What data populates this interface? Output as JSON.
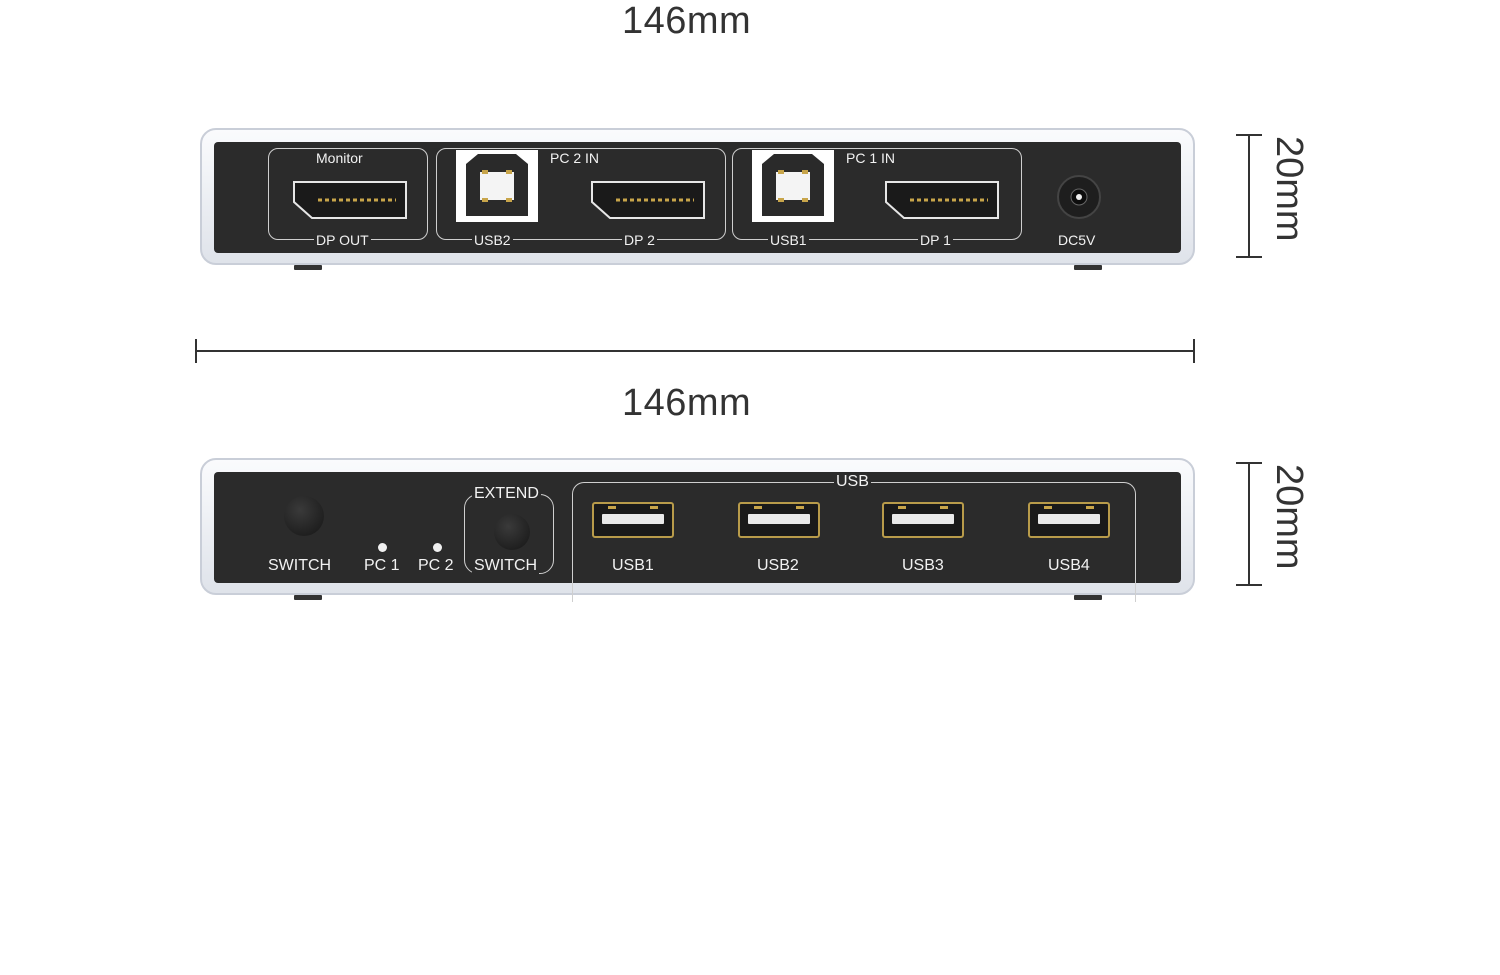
{
  "dimensions": {
    "top_width": "146mm",
    "bottom_width": "146mm",
    "top_height": "20mm",
    "bottom_height": "20mm"
  },
  "rear_panel": {
    "monitor_label": "Monitor",
    "dp_out_label": "DP OUT",
    "pc2_in_label": "PC 2 IN",
    "usb2_label": "USB2",
    "dp2_label": "DP 2",
    "pc1_in_label": "PC 1 IN",
    "usb1_label": "USB1",
    "dp1_label": "DP 1",
    "dc_label": "DC5V"
  },
  "front_panel": {
    "switch_label": "SWITCH",
    "pc1_label": "PC 1",
    "pc2_label": "PC 2",
    "extend_label": "EXTEND",
    "extend_switch_label": "SWITCH",
    "usb_group_label": "USB",
    "usb_ports": [
      "USB1",
      "USB2",
      "USB3",
      "USB4"
    ]
  },
  "colors": {
    "panel": "#2b2b2b",
    "case": "#e4e8ee",
    "port_gold": "#c8a54a"
  }
}
